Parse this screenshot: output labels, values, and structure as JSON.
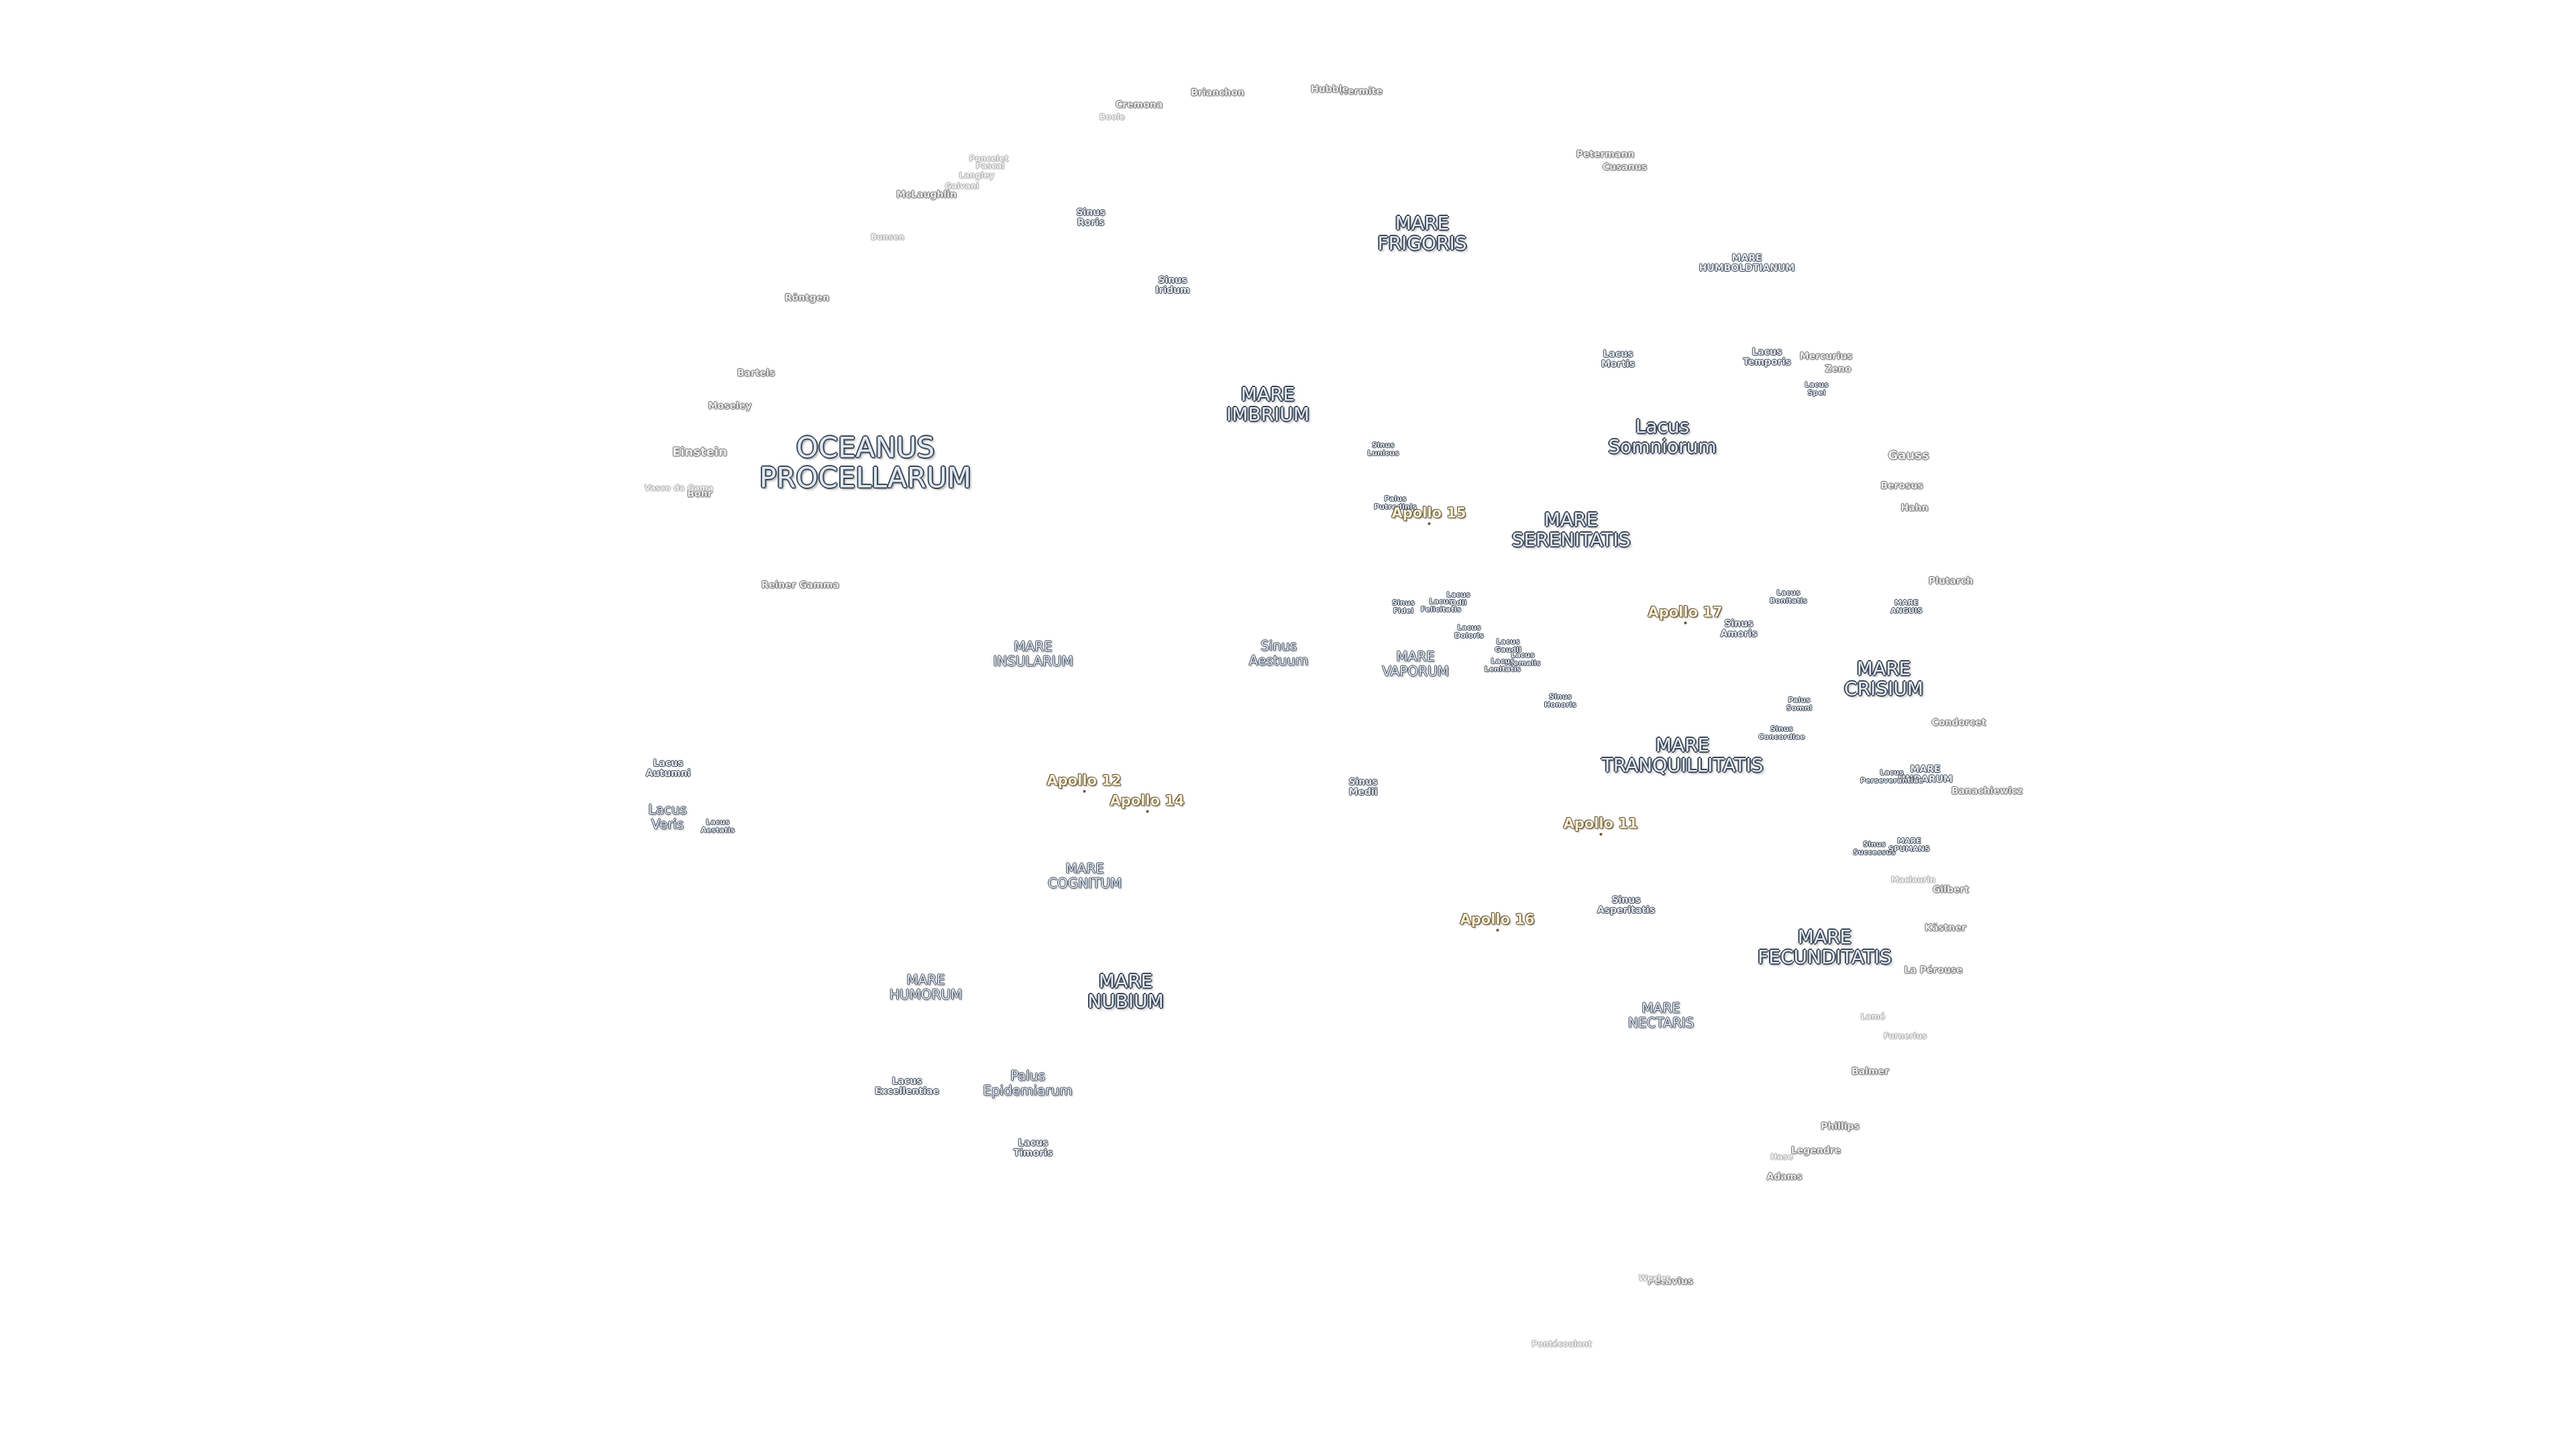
{
  "labels": {
    "oceans": [
      {
        "text": "OCEANUS\nPROCELLARUM"
      }
    ],
    "maria": [
      {
        "text": "MARE\nFRIGORIS"
      },
      {
        "text": "MARE\nIMBRIUM"
      },
      {
        "text": "MARE\nSERENITATIS"
      },
      {
        "text": "MARE\nTRANQUILLITATIS"
      },
      {
        "text": "MARE\nNUBIUM"
      },
      {
        "text": "MARE\nFECUNDITATIS"
      },
      {
        "text": "MARE\nCRISIUM"
      },
      {
        "text": "Lacus\nSomniorum"
      }
    ],
    "maria_small": [
      {
        "text": "MARE\nINSULARUM"
      },
      {
        "text": "MARE\nCOGNITUM"
      },
      {
        "text": "MARE\nHUMORUM"
      },
      {
        "text": "MARE\nVAPORUM"
      },
      {
        "text": "MARE\nNECTARIS"
      },
      {
        "text": "Sinus\nAestuum"
      },
      {
        "text": "Palus\nEpidemiarum"
      },
      {
        "text": "Lacus\nVeris"
      }
    ],
    "features_small": [
      {
        "text": "MARE\nHUMBOLDTIANUM"
      },
      {
        "text": "Sinus\nIridum"
      },
      {
        "text": "Sinus\nRoris"
      },
      {
        "text": "Lacus\nMortis"
      },
      {
        "text": "Lacus\nTemporis"
      },
      {
        "text": "Sinus\nMedii"
      },
      {
        "text": "Sinus\nAmoris"
      },
      {
        "text": "Sinus\nAsperitatis"
      },
      {
        "text": "Lacus\nAutumni"
      },
      {
        "text": "Lacus\nExcellentiae"
      },
      {
        "text": "Lacus\nTimoris"
      },
      {
        "text": "MARE\nUNDARUM"
      }
    ],
    "features_tiny": [
      {
        "text": "Sinus\nLunicus"
      },
      {
        "text": "Palus\nPutredinis"
      },
      {
        "text": "Sinus\nFidei"
      },
      {
        "text": "Lacus\nFelicitatis"
      },
      {
        "text": "Lacus\nOdii"
      },
      {
        "text": "Lacus\nDoloris"
      },
      {
        "text": "Lacus\nGaudii"
      },
      {
        "text": "Lacus\nHiemalis"
      },
      {
        "text": "Lacus\nLenitatis"
      },
      {
        "text": "Sinus\nHonoris"
      },
      {
        "text": "Lacus\nBonitatis"
      },
      {
        "text": "MARE\nANGUIS"
      },
      {
        "text": "Palus\nSomni"
      },
      {
        "text": "Sinus\nConcordiae"
      },
      {
        "text": "Lacus\nSpei"
      },
      {
        "text": "Lacus\nAestatis"
      },
      {
        "text": "Lacus\nPerseverantiae"
      },
      {
        "text": "Sinus\nSuccessus"
      },
      {
        "text": "MARE\nSPUMANS"
      }
    ],
    "apollo_sites": [
      {
        "text": "Apollo 15"
      },
      {
        "text": "Apollo 17"
      },
      {
        "text": "Apollo 12"
      },
      {
        "text": "Apollo 14"
      },
      {
        "text": "Apollo 11"
      },
      {
        "text": "Apollo 16"
      }
    ],
    "craters_large": [
      {
        "text": "Einstein"
      },
      {
        "text": "Gauss"
      }
    ],
    "craters": [
      {
        "text": "Röntgen"
      },
      {
        "text": "Moseley"
      },
      {
        "text": "Reiner Gamma"
      },
      {
        "text": "Hermite"
      },
      {
        "text": "Hubble"
      },
      {
        "text": "Cremona"
      },
      {
        "text": "Brianchon"
      },
      {
        "text": "Petermann"
      },
      {
        "text": "Cusanus"
      },
      {
        "text": "McLaughlin"
      },
      {
        "text": "Bartels"
      },
      {
        "text": "Bohr"
      },
      {
        "text": "Plutarch"
      },
      {
        "text": "Condorcet"
      },
      {
        "text": "Banachiewicz"
      },
      {
        "text": "Gilbert"
      },
      {
        "text": "Kästner"
      },
      {
        "text": "La Pérouse"
      },
      {
        "text": "Balmer"
      },
      {
        "text": "Phillips"
      },
      {
        "text": "Legendre"
      },
      {
        "text": "Adams"
      },
      {
        "text": "Petavius"
      },
      {
        "text": "Hahn"
      },
      {
        "text": "Berosus"
      },
      {
        "text": "Mercurius"
      },
      {
        "text": "Zeno"
      }
    ],
    "craters_faint": [
      {
        "text": "Boole"
      },
      {
        "text": "Poncelet"
      },
      {
        "text": "Pascal"
      },
      {
        "text": "Langley"
      },
      {
        "text": "Galvani"
      },
      {
        "text": "Bunsen"
      },
      {
        "text": "Vasco da Gama"
      },
      {
        "text": "Lamé"
      },
      {
        "text": "Hase"
      },
      {
        "text": "Furnerius"
      },
      {
        "text": "Pontécoulant"
      },
      {
        "text": "Wexler"
      },
      {
        "text": "Maclaurin"
      }
    ]
  }
}
